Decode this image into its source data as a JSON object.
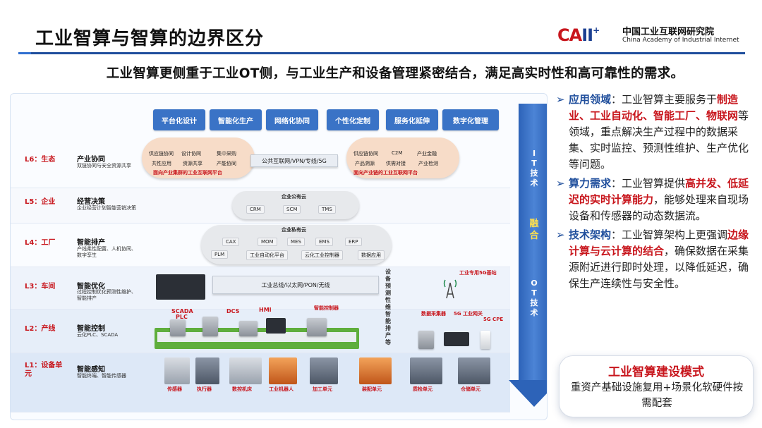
{
  "header": {
    "title": "工业智算与智算的边界区分",
    "logo_mark_c": "C",
    "logo_mark_a": "A",
    "logo_mark_ii": "II",
    "logo_mark_plus": "+",
    "logo_cn": "中国工业互联网研究院",
    "logo_en": "China Academy of Industrial Internet"
  },
  "subtitle": "工业智算更侧重于工业OT侧，与工业生产和设备管理紧密结合，满足高实时性和高可靠性的需求。",
  "diagram": {
    "top_bar": [
      "平台化设计",
      "智能化生产",
      "网络化协同",
      "个性化定制",
      "服务化延伸",
      "数字化管理"
    ],
    "layers": {
      "l6": {
        "id": "L6：生态",
        "name": "产业协同",
        "desc": "双链协同与安全资源共享",
        "cloud_left": [
          "供应链协同",
          "设计协同",
          "集中采购",
          "共性应用",
          "资源共享",
          "产能协同"
        ],
        "cloud_left_caption": "面向产业集群的工业互联网平台",
        "network": "公共互联网/VPN/专线/5G",
        "cloud_right": [
          "供应链协同",
          "C2M",
          "产业金融",
          "产品溯源",
          "供需对接",
          "产业检测"
        ],
        "cloud_right_caption": "面向产业链的工业互联网平台"
      },
      "l5": {
        "id": "L5：企业",
        "name": "经营决策",
        "desc": "企业经营计划智能营销决策",
        "cloud_title": "企业公有云",
        "items": [
          "CRM",
          "SCM",
          "TMS"
        ]
      },
      "l4": {
        "id": "L4：工厂",
        "name": "智能排产",
        "desc": "产线柔性配置、人机协同、数字孪生",
        "cloud_title": "企业私有云",
        "items_top": [
          "CAX",
          "MOM",
          "MES",
          "EMS",
          "ERP"
        ],
        "items_bottom": [
          "PLM",
          "工业自动化平台",
          "云化工业控制器",
          "数据应用"
        ]
      },
      "l3": {
        "id": "L3：车间",
        "name": "智能优化",
        "desc": "过程控制优化预测性维护、智能排产",
        "network": "工业总线/以太网/PON/无线",
        "base_station": "工业专用5G基站",
        "vertical_a": "设备预测性维护",
        "vertical_b": "智能排产等"
      },
      "l2": {
        "id": "L2：产线",
        "name": "智能控制",
        "desc": "云化PLC、SCADA",
        "labels": [
          "SCADA",
          "PLC",
          "DCS",
          "HMI",
          "智能控制器",
          "数据采集器",
          "5G 工业网关",
          "5G CPE"
        ]
      },
      "l1": {
        "id": "L1：设备单元",
        "name": "智能感知",
        "desc": "智能终端、智能传感器",
        "items": [
          "传感器",
          "执行器",
          "数控机床",
          "工业机器人",
          "加工单元",
          "装配单元",
          "质检单元",
          "仓储单元"
        ]
      }
    },
    "arrow": {
      "top_text": "IT技术",
      "mid_text": "融合",
      "bottom_text": "OT技术"
    }
  },
  "panel": {
    "bullet1": {
      "label": "应用领域",
      "pre": "：工业智算主要服务于",
      "highlight": "制造业、工业自动化、智能工厂、物联网",
      "post": "等领域，重点解决生产过程中的数据采集、实时监控、预测性维护、生产优化等问题。"
    },
    "bullet2": {
      "label": "算力需求",
      "pre": "：工业智算提供",
      "highlight": "高并发、低延迟的实时计算能力",
      "post": "，能够处理来自现场设备和传感器的动态数据流。"
    },
    "bullet3": {
      "label": "技术架构",
      "pre": "：工业智算架构上更强调",
      "highlight": "边缘计算与云计算的结合",
      "post": "，确保数据在采集源附近进行即时处理，以降低延迟，确保生产连续性与安全性。"
    },
    "mode_title": "工业智算建设模式",
    "mode_text": "重资产基础设施复用+场景化软硬件按需配套"
  },
  "colors": {
    "accent_blue": "#1f4e9c",
    "accent_red": "#c8161d",
    "arrow_blue": "#2d63b8",
    "topbar_blue": "#3a73c6"
  }
}
